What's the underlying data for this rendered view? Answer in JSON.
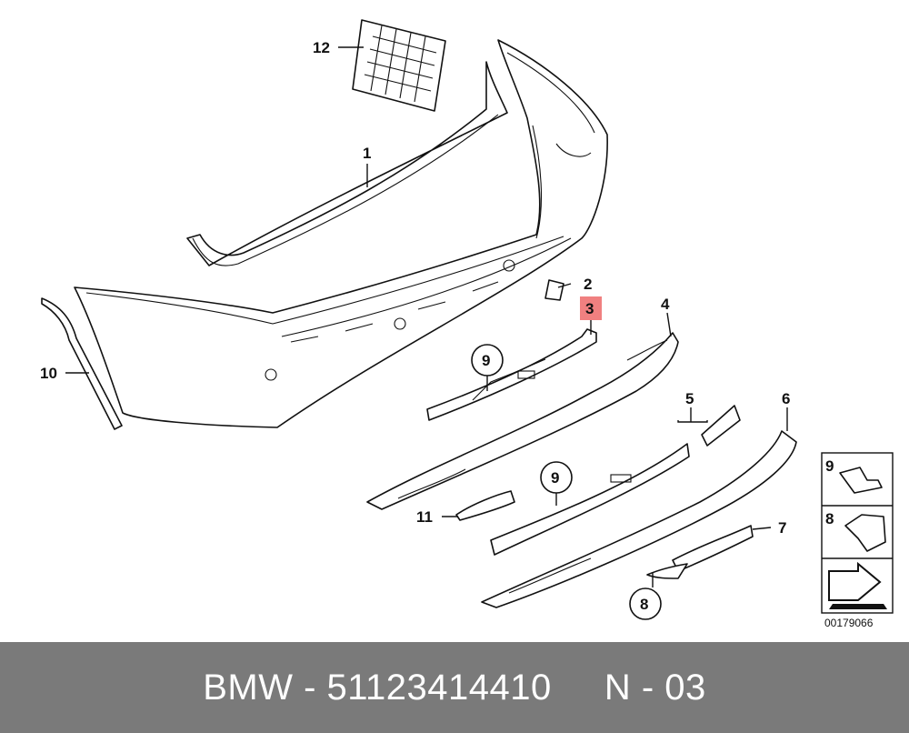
{
  "diagram": {
    "callouts": {
      "c1": "1",
      "c2": "2",
      "c3": "3",
      "c4": "4",
      "c5": "5",
      "c6": "6",
      "c7": "7",
      "c8": "8",
      "c9a": "9",
      "c9b": "9",
      "c10": "10",
      "c11": "11",
      "c12": "12"
    },
    "highlight_color": "#f08080",
    "legend": {
      "item_a": "9",
      "item_b": "8"
    },
    "reference_number": "00179066"
  },
  "footer": {
    "text": "BMW - 51123414410     N - 03",
    "background": "#7a7a7a"
  }
}
